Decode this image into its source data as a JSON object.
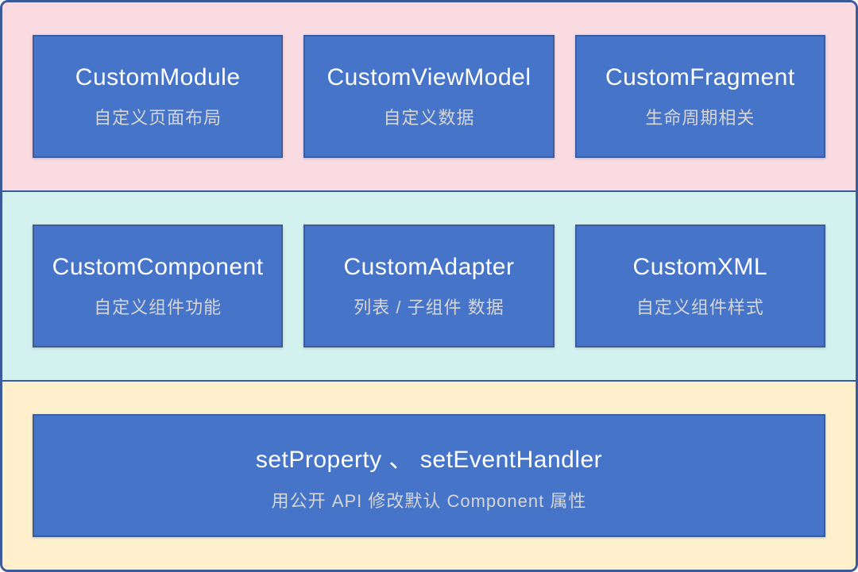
{
  "colors": {
    "frame_border": "#3a5a9c",
    "band_separator": "#3a5a9c",
    "band_module_bg": "#f9dbe1",
    "band_component_bg": "#d3f1ee",
    "band_api_bg": "#fef0cc",
    "box_fill": "#4674c8",
    "box_border": "#3d5c9e",
    "title_text": "#ffffff",
    "subtitle_text": "#d6d6d6"
  },
  "layers": [
    {
      "name": "module-layer",
      "boxes": [
        {
          "title": "CustomModule",
          "subtitle": "自定义页面布局"
        },
        {
          "title": "CustomViewModel",
          "subtitle": "自定义数据"
        },
        {
          "title": "CustomFragment",
          "subtitle": "生命周期相关"
        }
      ]
    },
    {
      "name": "component-layer",
      "boxes": [
        {
          "title": "CustomComponent",
          "subtitle": "自定义组件功能"
        },
        {
          "title": "CustomAdapter",
          "subtitle": "列表 / 子组件 数据"
        },
        {
          "title": "CustomXML",
          "subtitle": "自定义组件样式"
        }
      ]
    },
    {
      "name": "api-layer",
      "boxes": [
        {
          "title": "setProperty 、 setEventHandler",
          "subtitle": "用公开 API 修改默认 Component 属性"
        }
      ]
    }
  ]
}
